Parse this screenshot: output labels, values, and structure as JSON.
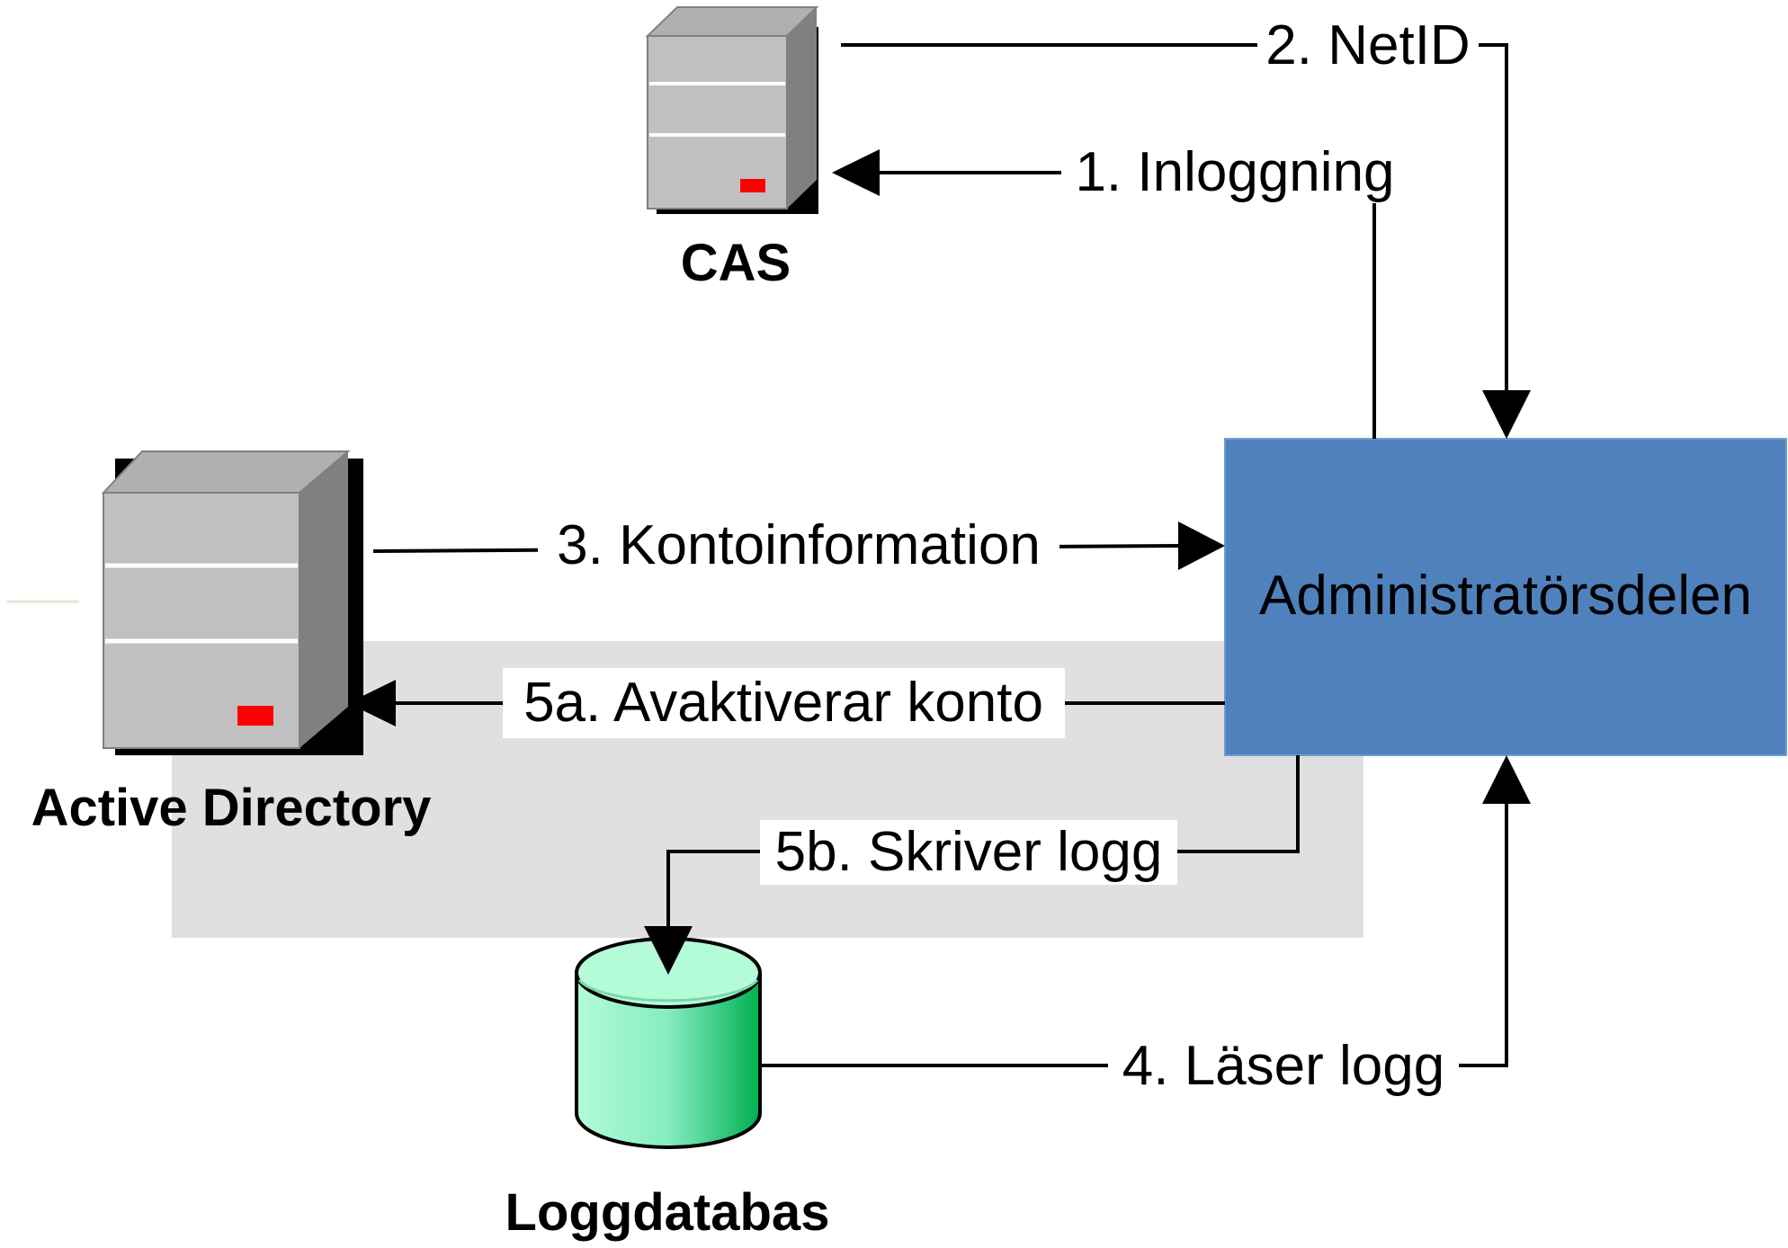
{
  "nodes": {
    "cas": {
      "label": "CAS"
    },
    "active_directory": {
      "label": "Active Directory"
    },
    "loggdatabas": {
      "label": "Loggdatabas"
    },
    "admin": {
      "label": "Administratörsdelen",
      "fill": "#4f81bd"
    }
  },
  "edges": {
    "inloggning": {
      "label": "1. Inloggning"
    },
    "netid": {
      "label": "2. NetID"
    },
    "kontoinformation": {
      "label": "3. Kontoinformation"
    },
    "laser_logg": {
      "label": "4. Läser logg"
    },
    "avaktiverar_konto": {
      "label": "5a. Avaktiverar konto"
    },
    "skriver_logg": {
      "label": "5b. Skriver logg"
    }
  },
  "colors": {
    "highlight_region": "#e0e0e0",
    "server_body": "#c0c0c0",
    "server_side": "#808080",
    "server_led": "#ff0000",
    "database_fill": "#a8f5d0",
    "database_shade": "#00b050"
  }
}
